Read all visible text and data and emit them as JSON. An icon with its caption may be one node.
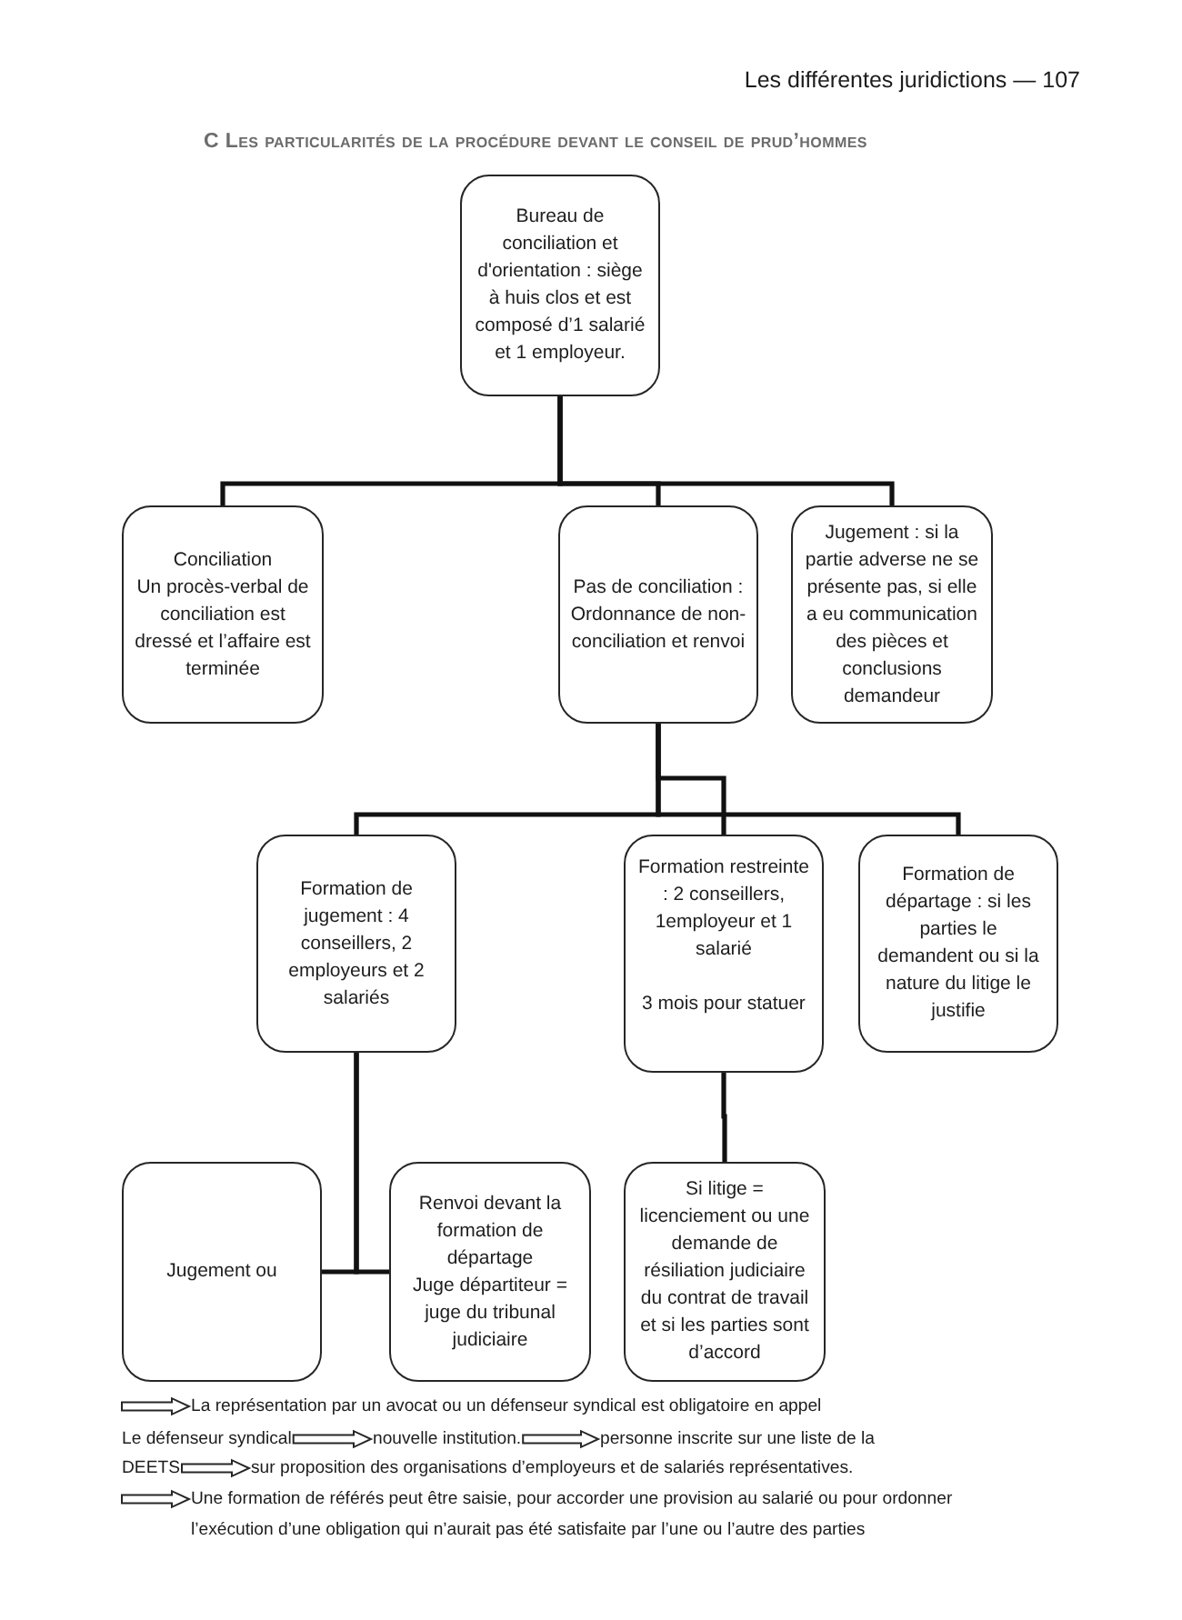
{
  "diagram": {
    "title": "C Les particularités de la procédure devant le conseil de prud’hommes",
    "nodes": [
      {
        "text": [
          "Bureau de conciliation et d'orientation : siège à huis clos et est composé d’1 salarié et 1 employeur."
        ]
      },
      {
        "text": [
          "Conciliation",
          "Un procès-verbal de conciliation est dressé et l’affaire est terminée"
        ]
      },
      {
        "text": [
          "Pas de conciliation : Ordonnance de non-conciliation et renvoi"
        ]
      },
      {
        "text": [
          "Jugement : si la partie adverse ne se présente pas, si elle a eu communication des pièces et conclusions demandeur"
        ]
      },
      {
        "text": [
          "Formation de jugement : 4 conseillers, 2 employeurs et 2 salariés"
        ]
      },
      {
        "text": [
          "Formation restreinte : 2 conseillers, 1employeur et 1 salarié",
          "3 mois pour statuer"
        ]
      },
      {
        "text": [
          "Formation de départage : si les parties le demandent ou si la nature du litige le justifie"
        ]
      },
      {
        "text": [
          "Jugement ou"
        ]
      },
      {
        "text": [
          "Renvoi devant la formation de départage",
          "Juge départiteur = juge du tribunal judiciaire"
        ]
      },
      {
        "text": [
          "Si litige = licenciement ou une demande de résiliation judiciaire du contrat de travail et si les parties sont d’accord"
        ]
      },
      {
        "text": [
          "La représentation par un avocat ou un défenseur syndical est obligatoire en appel"
        ]
      },
      {
        "text": [
          "Le défenseur syndical"
        ]
      },
      {
        "text": [
          "nouvelle institution."
        ]
      },
      {
        "text": [
          "personne inscrite sur une liste de la"
        ]
      },
      {
        "text": [
          "DEETS"
        ]
      },
      {
        "text": [
          "sur proposition des organisations d’employeurs et de salariés représentatives."
        ]
      },
      {
        "text": [
          "Une formation de référés peut être saisie, pour accorder une provision au salarié ou pour ordonner l’exécution d’une obligation qui n’aurait pas été satisfaite par l’une ou l’autre des parties"
        ]
      }
    ],
    "edges": [
      {
        "from": 0,
        "to": 1,
        "arrow": "none"
      },
      {
        "from": 0,
        "to": 2,
        "arrow": "none"
      },
      {
        "from": 0,
        "to": 3,
        "arrow": "none"
      },
      {
        "from": 2,
        "to": 4,
        "arrow": "none"
      },
      {
        "from": 2,
        "to": 5,
        "arrow": "none"
      },
      {
        "from": 2,
        "to": 6,
        "arrow": "none"
      },
      {
        "from": 4,
        "to": 7,
        "arrow": "none"
      },
      {
        "from": 4,
        "to": 8,
        "arrow": "none"
      },
      {
        "from": 5,
        "to": 9,
        "arrow": "none"
      },
      {
        "from": null,
        "to": 10,
        "arrow": "to"
      },
      {
        "from": 11,
        "to": 12,
        "arrow": "to"
      },
      {
        "from": 12,
        "to": 13,
        "arrow": "to"
      },
      {
        "from": 14,
        "to": 15,
        "arrow": "to"
      },
      {
        "from": null,
        "to": 16,
        "arrow": "to"
      }
    ],
    "labels": [
      "Les différentes juridictions — 107"
    ]
  }
}
